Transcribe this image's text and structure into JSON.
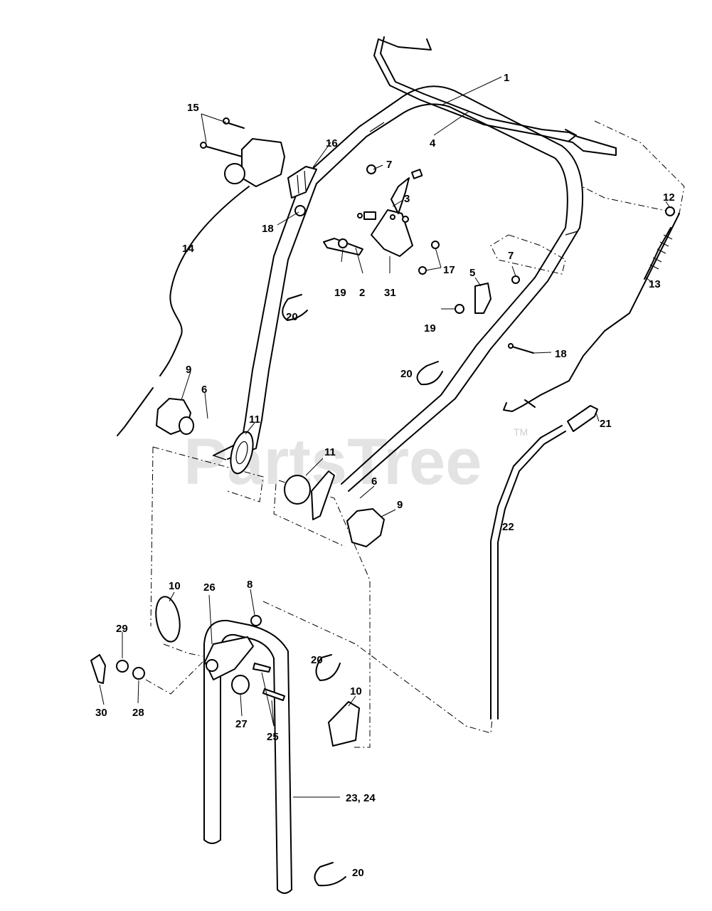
{
  "diagram": {
    "watermark": "PartsTree",
    "watermark_mark": "TM",
    "callouts": [
      {
        "id": "c1",
        "label": "1"
      },
      {
        "id": "c2",
        "label": "2"
      },
      {
        "id": "c3",
        "label": "3"
      },
      {
        "id": "c4",
        "label": "4"
      },
      {
        "id": "c5",
        "label": "5"
      },
      {
        "id": "c6a",
        "label": "6"
      },
      {
        "id": "c6b",
        "label": "6"
      },
      {
        "id": "c7a",
        "label": "7"
      },
      {
        "id": "c7b",
        "label": "7"
      },
      {
        "id": "c8",
        "label": "8"
      },
      {
        "id": "c9a",
        "label": "9"
      },
      {
        "id": "c9b",
        "label": "9"
      },
      {
        "id": "c10a",
        "label": "10"
      },
      {
        "id": "c10b",
        "label": "10"
      },
      {
        "id": "c11a",
        "label": "11"
      },
      {
        "id": "c11b",
        "label": "11"
      },
      {
        "id": "c12",
        "label": "12"
      },
      {
        "id": "c13",
        "label": "13"
      },
      {
        "id": "c14",
        "label": "14"
      },
      {
        "id": "c15",
        "label": "15"
      },
      {
        "id": "c16",
        "label": "16"
      },
      {
        "id": "c17",
        "label": "17"
      },
      {
        "id": "c18a",
        "label": "18"
      },
      {
        "id": "c18b",
        "label": "18"
      },
      {
        "id": "c19a",
        "label": "19"
      },
      {
        "id": "c19b",
        "label": "19"
      },
      {
        "id": "c20a",
        "label": "20"
      },
      {
        "id": "c20b",
        "label": "20"
      },
      {
        "id": "c20c",
        "label": "20"
      },
      {
        "id": "c20d",
        "label": "20"
      },
      {
        "id": "c21",
        "label": "21"
      },
      {
        "id": "c22",
        "label": "22"
      },
      {
        "id": "c23",
        "label": "23, 24"
      },
      {
        "id": "c25",
        "label": "25"
      },
      {
        "id": "c26",
        "label": "26"
      },
      {
        "id": "c27",
        "label": "27"
      },
      {
        "id": "c28",
        "label": "28"
      },
      {
        "id": "c29",
        "label": "29"
      },
      {
        "id": "c30",
        "label": "30"
      },
      {
        "id": "c31",
        "label": "31"
      }
    ]
  }
}
